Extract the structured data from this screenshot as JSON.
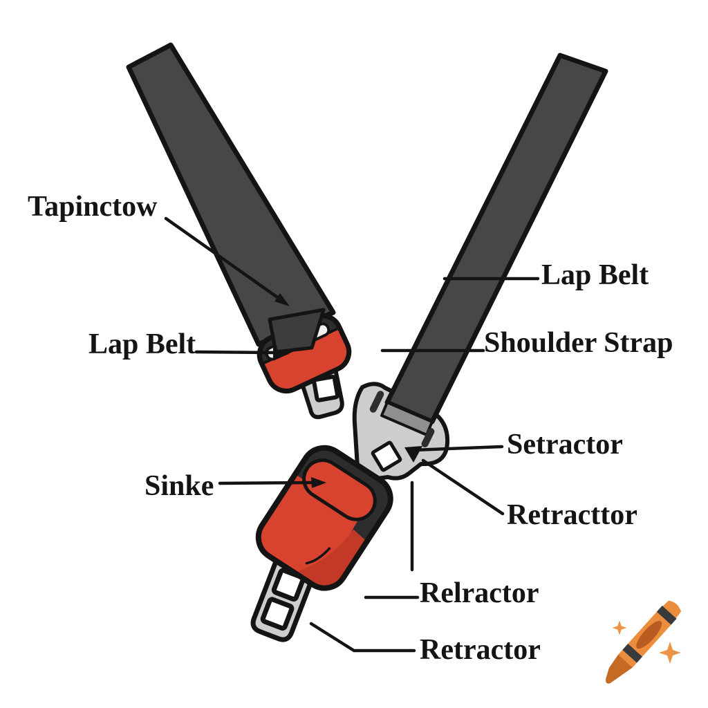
{
  "diagram": {
    "type": "labeled-illustration",
    "subject": "seat belt components diagram",
    "labels": [
      {
        "id": "tapinctow",
        "text": "Tapinctow"
      },
      {
        "id": "lap-belt-left",
        "text": "Lap Belt"
      },
      {
        "id": "lap-belt-right",
        "text": "Lap Belt"
      },
      {
        "id": "shoulder-strap",
        "text": "Shoulder Strap"
      },
      {
        "id": "setractor",
        "text": "Setractor"
      },
      {
        "id": "sinke",
        "text": "Sinke"
      },
      {
        "id": "retracttor",
        "text": "Retracttor"
      },
      {
        "id": "relractor",
        "text": "Relractor"
      },
      {
        "id": "retractor",
        "text": "Retractor"
      }
    ],
    "colors": {
      "strap": "#474747",
      "strap_end": "#8f8f8f",
      "outline": "#141414",
      "housing_dark": "#2d2d2d",
      "buckle_red": "#d8432f",
      "buckle_red_shade": "#c23927",
      "metal": "#cdcdcd",
      "slot_silver": "#f2f0ec",
      "hole_white": "#ffffff",
      "leader_line": "#141414",
      "crayon_orange": "#ec8d3d",
      "crayon_tip": "#c56a22",
      "crayon_label": "#b85c22",
      "crayon_band": "#3a3a3a",
      "sparkle": "#eb9445"
    },
    "watermark_icon": "crayon-emoji"
  }
}
